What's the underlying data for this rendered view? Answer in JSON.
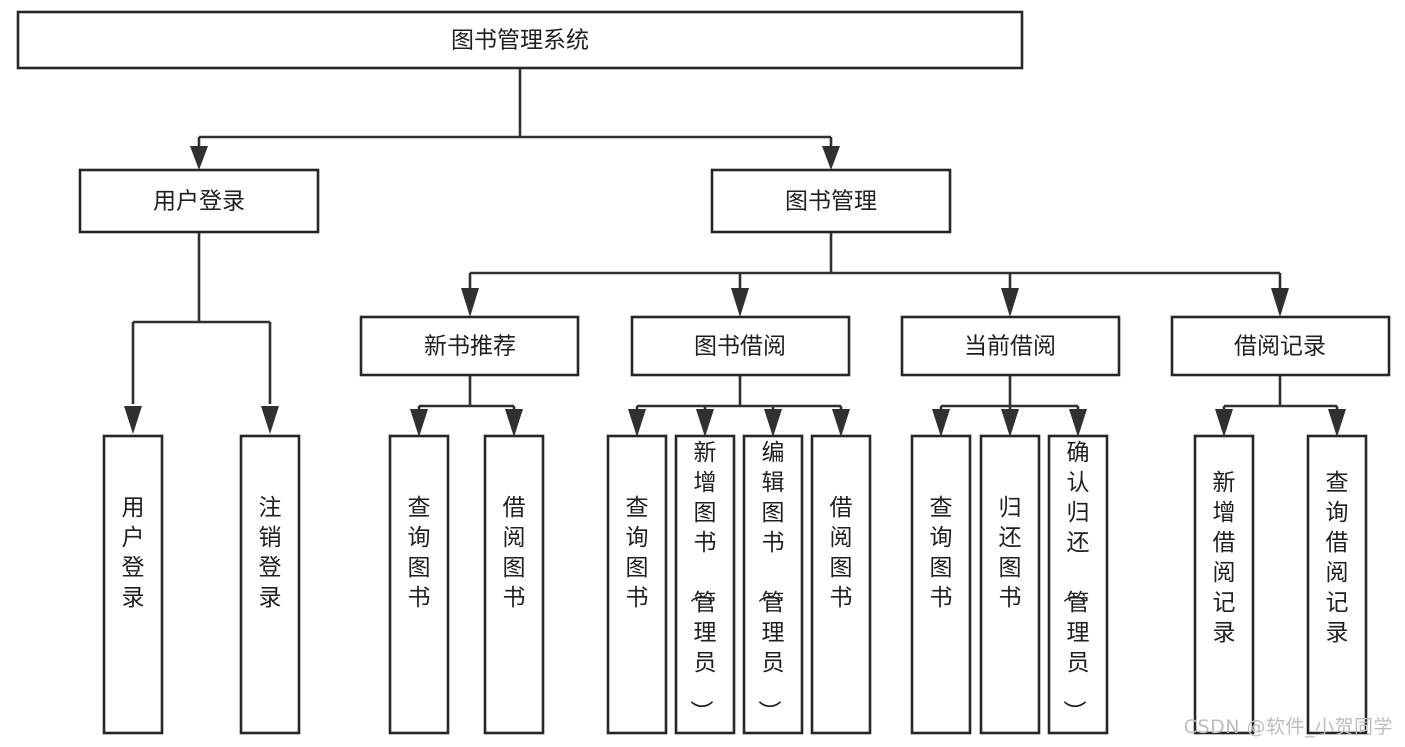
{
  "diagram": {
    "title": "图书管理系统",
    "type": "tree",
    "watermark": "CSDN @软件_小贺同学",
    "levels": {
      "root": {
        "label": "图书管理系统"
      },
      "level2": [
        {
          "label": "用户登录"
        },
        {
          "label": "图书管理"
        }
      ],
      "level3": [
        {
          "label": "新书推荐"
        },
        {
          "label": "图书借阅"
        },
        {
          "label": "当前借阅"
        },
        {
          "label": "借阅记录"
        }
      ]
    },
    "leaves": {
      "user_login": [
        {
          "label": "用户登录"
        },
        {
          "label": "注销登录"
        }
      ],
      "new_book_recommend": [
        {
          "label": "查询图书"
        },
        {
          "label": "借阅图书"
        }
      ],
      "book_borrow": [
        {
          "label": "查询图书"
        },
        {
          "label": "新增图书（管理员）"
        },
        {
          "label": "编辑图书（管理员）"
        },
        {
          "label": "借阅图书"
        }
      ],
      "current_borrow": [
        {
          "label": "查询图书"
        },
        {
          "label": "归还图书"
        },
        {
          "label": "确认归还（管理员）"
        }
      ],
      "borrow_record": [
        {
          "label": "新增借阅记录"
        },
        {
          "label": "查询借阅记录"
        }
      ]
    },
    "colors": {
      "box_stroke": "#262626",
      "box_fill": "#ffffff",
      "edge": "#303030",
      "text": "#1f1f1f",
      "watermark": "#bdbdbd",
      "background": "#ffffff"
    }
  }
}
